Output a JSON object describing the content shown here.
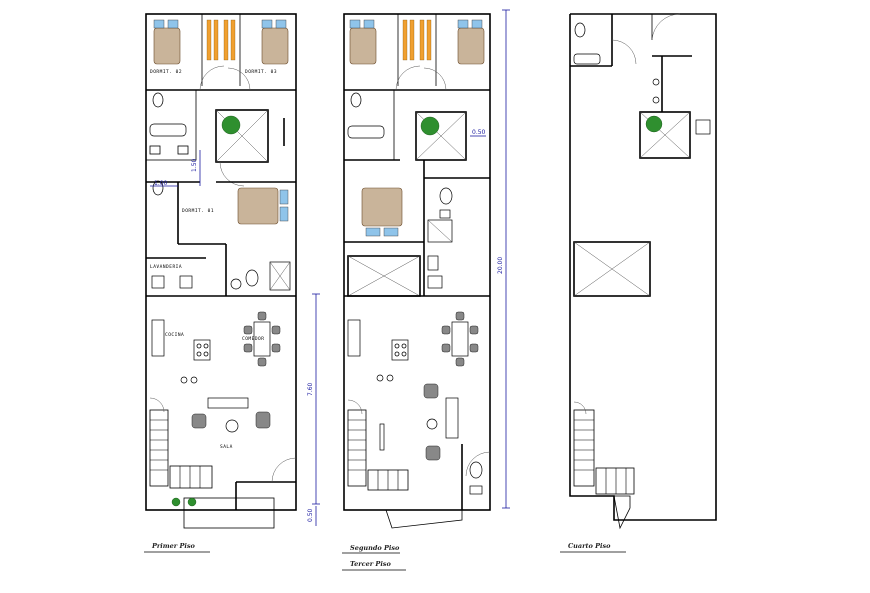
{
  "floors": [
    {
      "caption": "Primer Piso",
      "rooms": {
        "bed_top_left": "DORMIT. 02",
        "bed_top_right": "DORMIT. 03",
        "bed_main": "DORMIT. 01",
        "laundry": "LAVANDERIA",
        "kitchen": "COCINA",
        "dining": "COMEDOR",
        "living": "SALA"
      },
      "dims": {
        "d1": "1.50",
        "d2": "1.00",
        "d3": "7.60",
        "d4": "0.50"
      }
    },
    {
      "caption": "Segundo Piso",
      "caption2": "Tercer Piso",
      "dims": {
        "d1": "0.50",
        "overall": "20.00"
      }
    },
    {
      "caption": "Cuarto Piso"
    }
  ]
}
